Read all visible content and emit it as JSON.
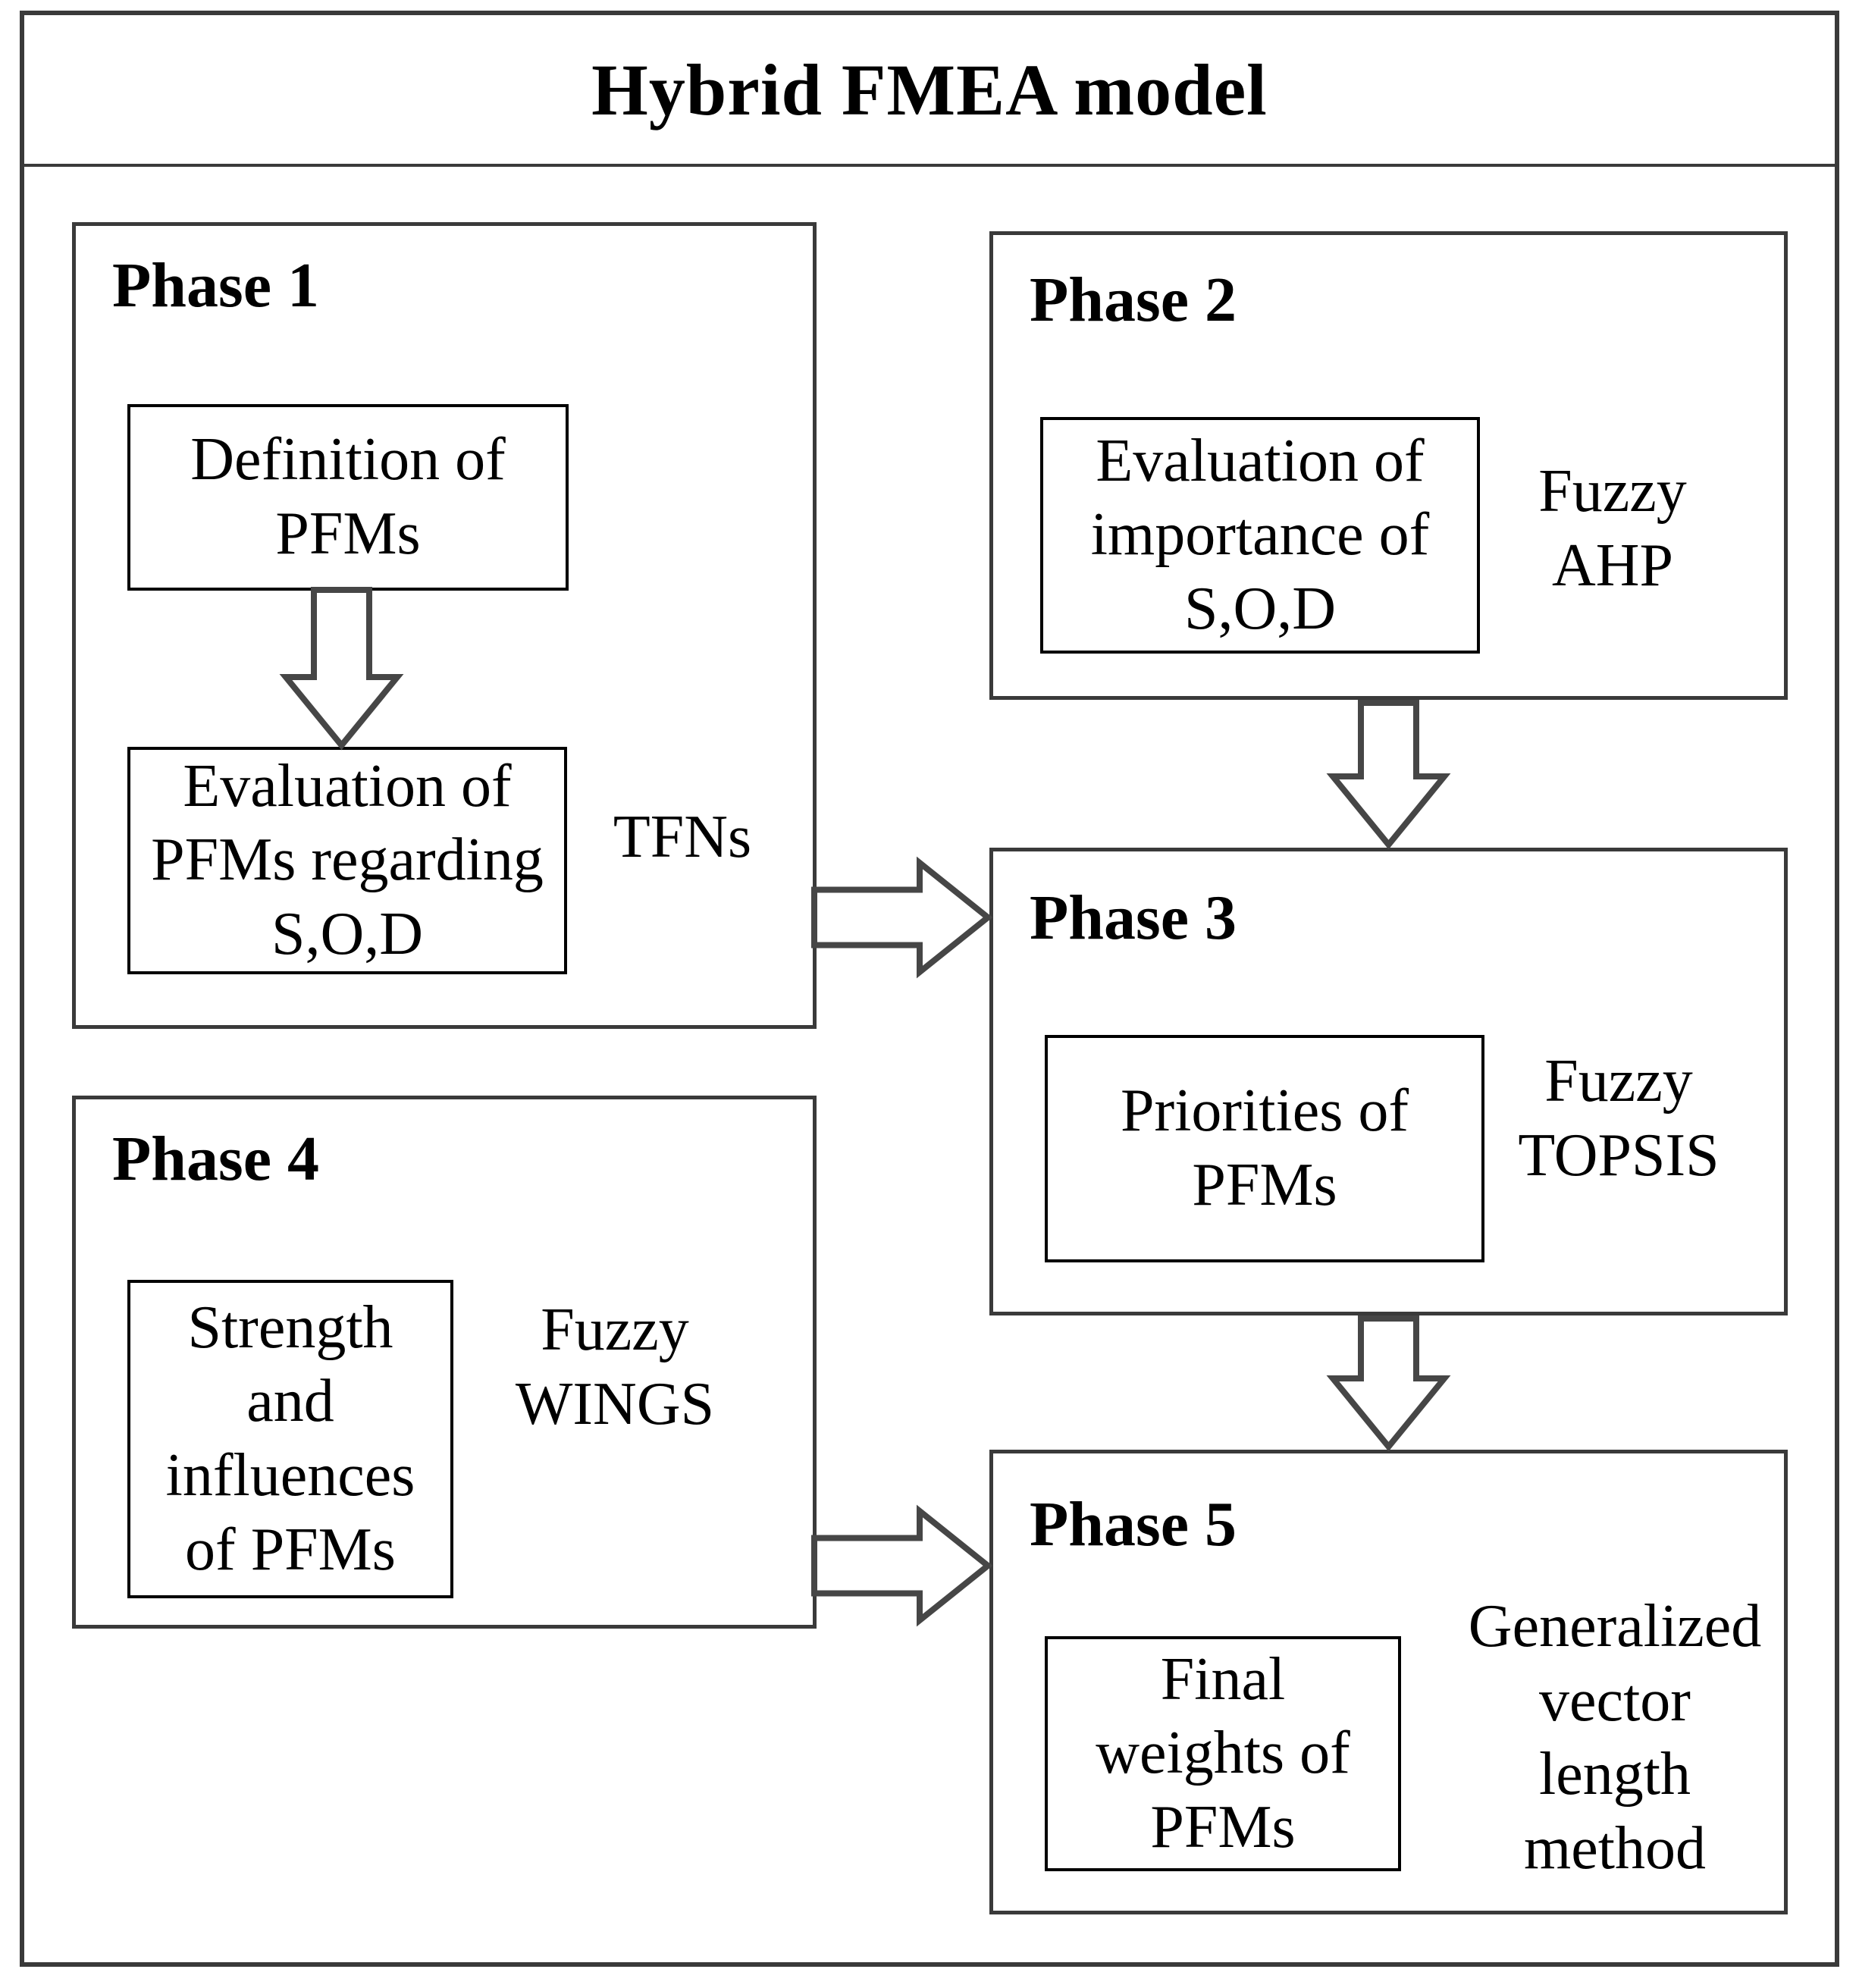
{
  "title": "Hybrid FMEA model",
  "phase1": {
    "label": "Phase 1",
    "definition_box": "Definition of\nPFMs",
    "evaluation_box": "Evaluation of\nPFMs regarding\nS,O,D",
    "method": "TFNs"
  },
  "phase2": {
    "label": "Phase 2",
    "evaluation_box": "Evaluation of\nimportance of\nS,O,D",
    "method": "Fuzzy\nAHP"
  },
  "phase3": {
    "label": "Phase 3",
    "priorities_box": "Priorities of\nPFMs",
    "method": "Fuzzy\nTOPSIS"
  },
  "phase4": {
    "label": "Phase 4",
    "strength_box": "Strength\nand\ninfluences\nof PFMs",
    "method": "Fuzzy\nWINGS"
  },
  "phase5": {
    "label": "Phase 5",
    "weights_box": "Final\nweights of\nPFMs",
    "method": "Generalized\nvector\nlength\nmethod"
  },
  "colors": {
    "frame": "#3a3a3a",
    "inner_box_border": "#000000",
    "arrow": "#464646",
    "background": "#ffffff",
    "text": "#000000"
  }
}
